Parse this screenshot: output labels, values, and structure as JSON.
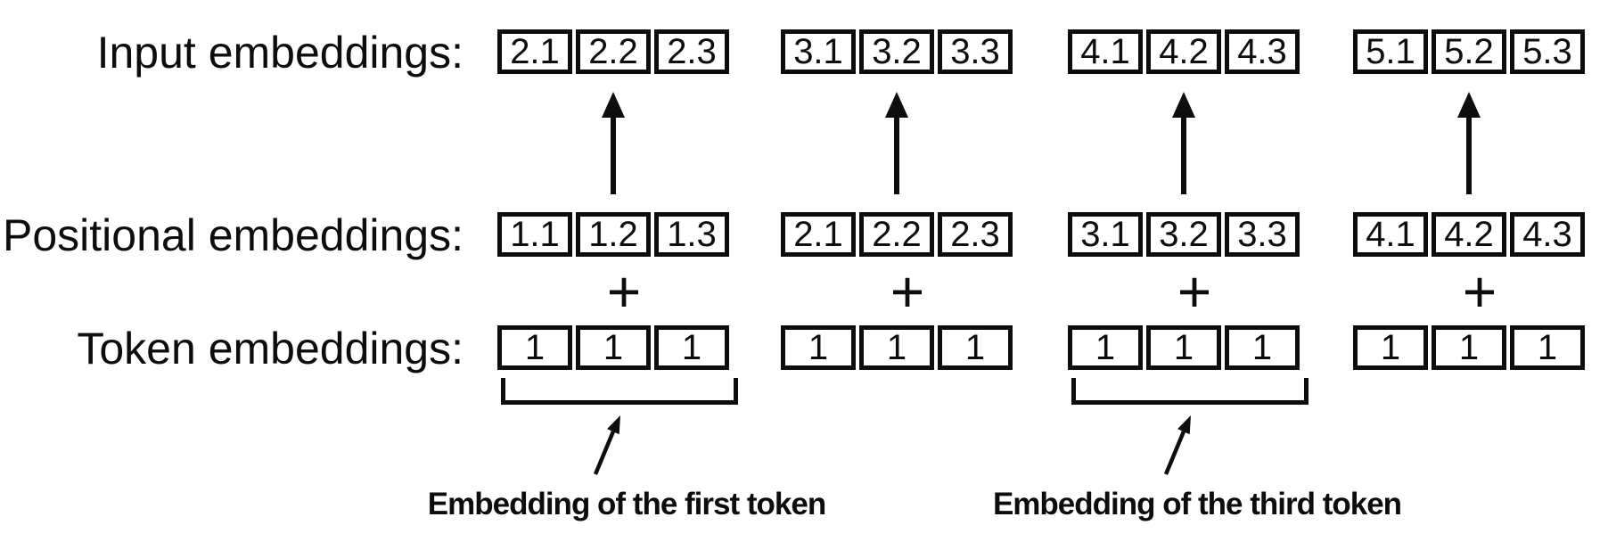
{
  "diagram": {
    "colors": {
      "ink": "#0d0d0d",
      "background": "#ffffff"
    },
    "row_labels": {
      "input": "Input embeddings:",
      "positional": "Positional embeddings:",
      "token": "Token embeddings:"
    },
    "groups": [
      {
        "input": [
          "2.1",
          "2.2",
          "2.3"
        ],
        "positional": [
          "1.1",
          "1.2",
          "1.3"
        ],
        "token": [
          "1",
          "1",
          "1"
        ],
        "operator": "+",
        "annotation": "Embedding of the first token"
      },
      {
        "input": [
          "3.1",
          "3.2",
          "3.3"
        ],
        "positional": [
          "2.1",
          "2.2",
          "2.3"
        ],
        "token": [
          "1",
          "1",
          "1"
        ],
        "operator": "+",
        "annotation": ""
      },
      {
        "input": [
          "4.1",
          "4.2",
          "4.3"
        ],
        "positional": [
          "3.1",
          "3.2",
          "3.3"
        ],
        "token": [
          "1",
          "1",
          "1"
        ],
        "operator": "+",
        "annotation": "Embedding of the third token"
      },
      {
        "input": [
          "5.1",
          "5.2",
          "5.3"
        ],
        "positional": [
          "4.1",
          "4.2",
          "4.3"
        ],
        "token": [
          "1",
          "1",
          "1"
        ],
        "operator": "+",
        "annotation": ""
      }
    ]
  }
}
